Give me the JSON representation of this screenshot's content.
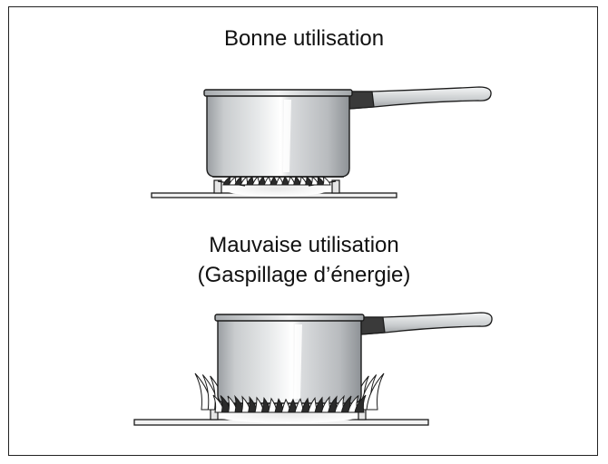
{
  "captions": {
    "good": "Bonne utilisation",
    "bad_line1": "Mauvaise utilisation",
    "bad_line2": "(Gaspillage d’énergie)"
  },
  "panels": [
    {
      "name": "correct-use",
      "flame_extent": "under-pan"
    },
    {
      "name": "incorrect-use",
      "flame_extent": "beyond-pan"
    }
  ],
  "colors": {
    "outline": "#1a1a1a",
    "pan_body": "#cfd2d4",
    "pan_shadow": "#8e9296",
    "pan_highlight": "#ffffff",
    "handle_dark": "#3a3a3a",
    "flame_dark": "#2b2b2b"
  }
}
